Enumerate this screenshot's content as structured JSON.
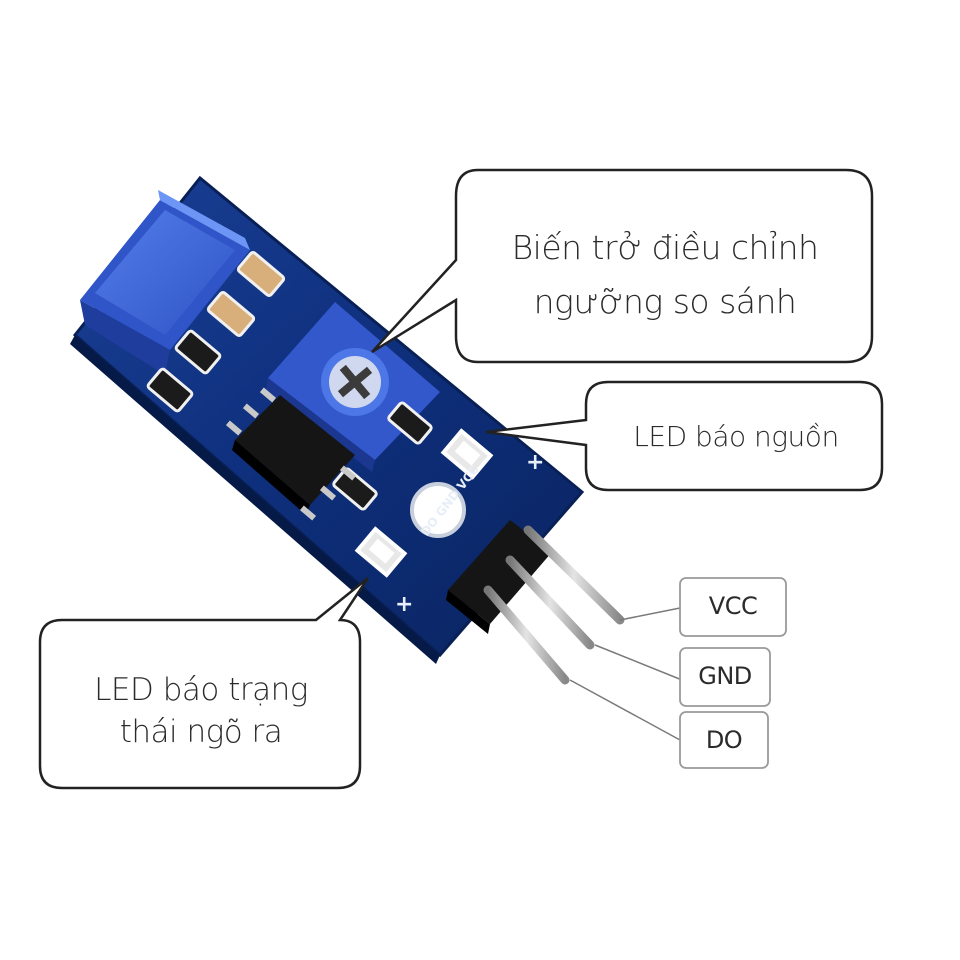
{
  "callouts": {
    "potentiometer": {
      "line1": "Biến trở điều chỉnh",
      "line2": "ngưỡng so sánh"
    },
    "power_led": {
      "text": "LED báo nguồn"
    },
    "output_led": {
      "line1": "LED báo trạng",
      "line2": "thái ngõ ra"
    }
  },
  "pins": {
    "vcc": "VCC",
    "gnd": "GND",
    "do": "DO"
  },
  "board_silkscreen": {
    "header": "DO GND VCC",
    "power_led_sign": "+",
    "output_led_sign": "+"
  },
  "colors": {
    "pcb": "#0d2f7a",
    "potentiometer": "#3a62d8",
    "header": "#111111",
    "outline": "#333333"
  }
}
